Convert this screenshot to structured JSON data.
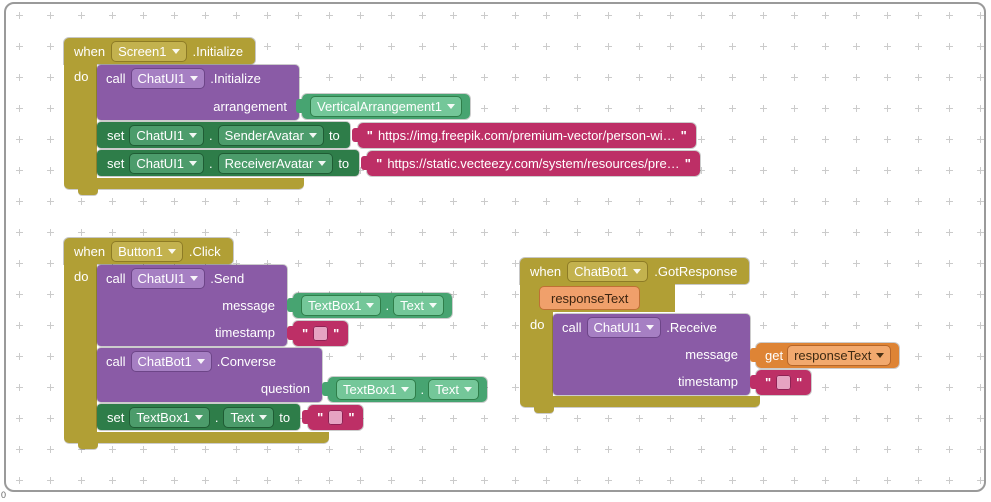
{
  "canvas": {
    "origin_label": "0"
  },
  "kw": {
    "when": "when",
    "do": "do",
    "call": "call",
    "set": "set",
    "to": "to",
    "get": "get",
    "dot": ".",
    "quote": "\""
  },
  "screen_init": {
    "component": "Screen1",
    "event": ".Initialize",
    "call_init": {
      "component": "ChatUI1",
      "method": ".Initialize",
      "arg_label": "arrangement"
    },
    "arrangement_value": "VerticalArrangement1",
    "set_sender": {
      "component": "ChatUI1",
      "property": "SenderAvatar",
      "value": "https://img.freepik.com/premium-vector/person-wi…"
    },
    "set_receiver": {
      "component": "ChatUI1",
      "property": "ReceiverAvatar",
      "value": "https://static.vecteezy.com/system/resources/pre…"
    }
  },
  "button_click": {
    "component": "Button1",
    "event": ".Click",
    "call_send": {
      "component": "ChatUI1",
      "method": ".Send",
      "arg1": "message",
      "arg2": "timestamp"
    },
    "send_message": {
      "component": "TextBox1",
      "property": "Text"
    },
    "call_converse": {
      "component": "ChatBot1",
      "method": ".Converse",
      "arg1": "question"
    },
    "converse_question": {
      "component": "TextBox1",
      "property": "Text"
    },
    "set_textbox": {
      "component": "TextBox1",
      "property": "Text"
    }
  },
  "got_response": {
    "component": "ChatBot1",
    "event": ".GotResponse",
    "param": "responseText",
    "call_receive": {
      "component": "ChatUI1",
      "method": ".Receive",
      "arg1": "message",
      "arg2": "timestamp"
    },
    "message_value": "responseText"
  }
}
